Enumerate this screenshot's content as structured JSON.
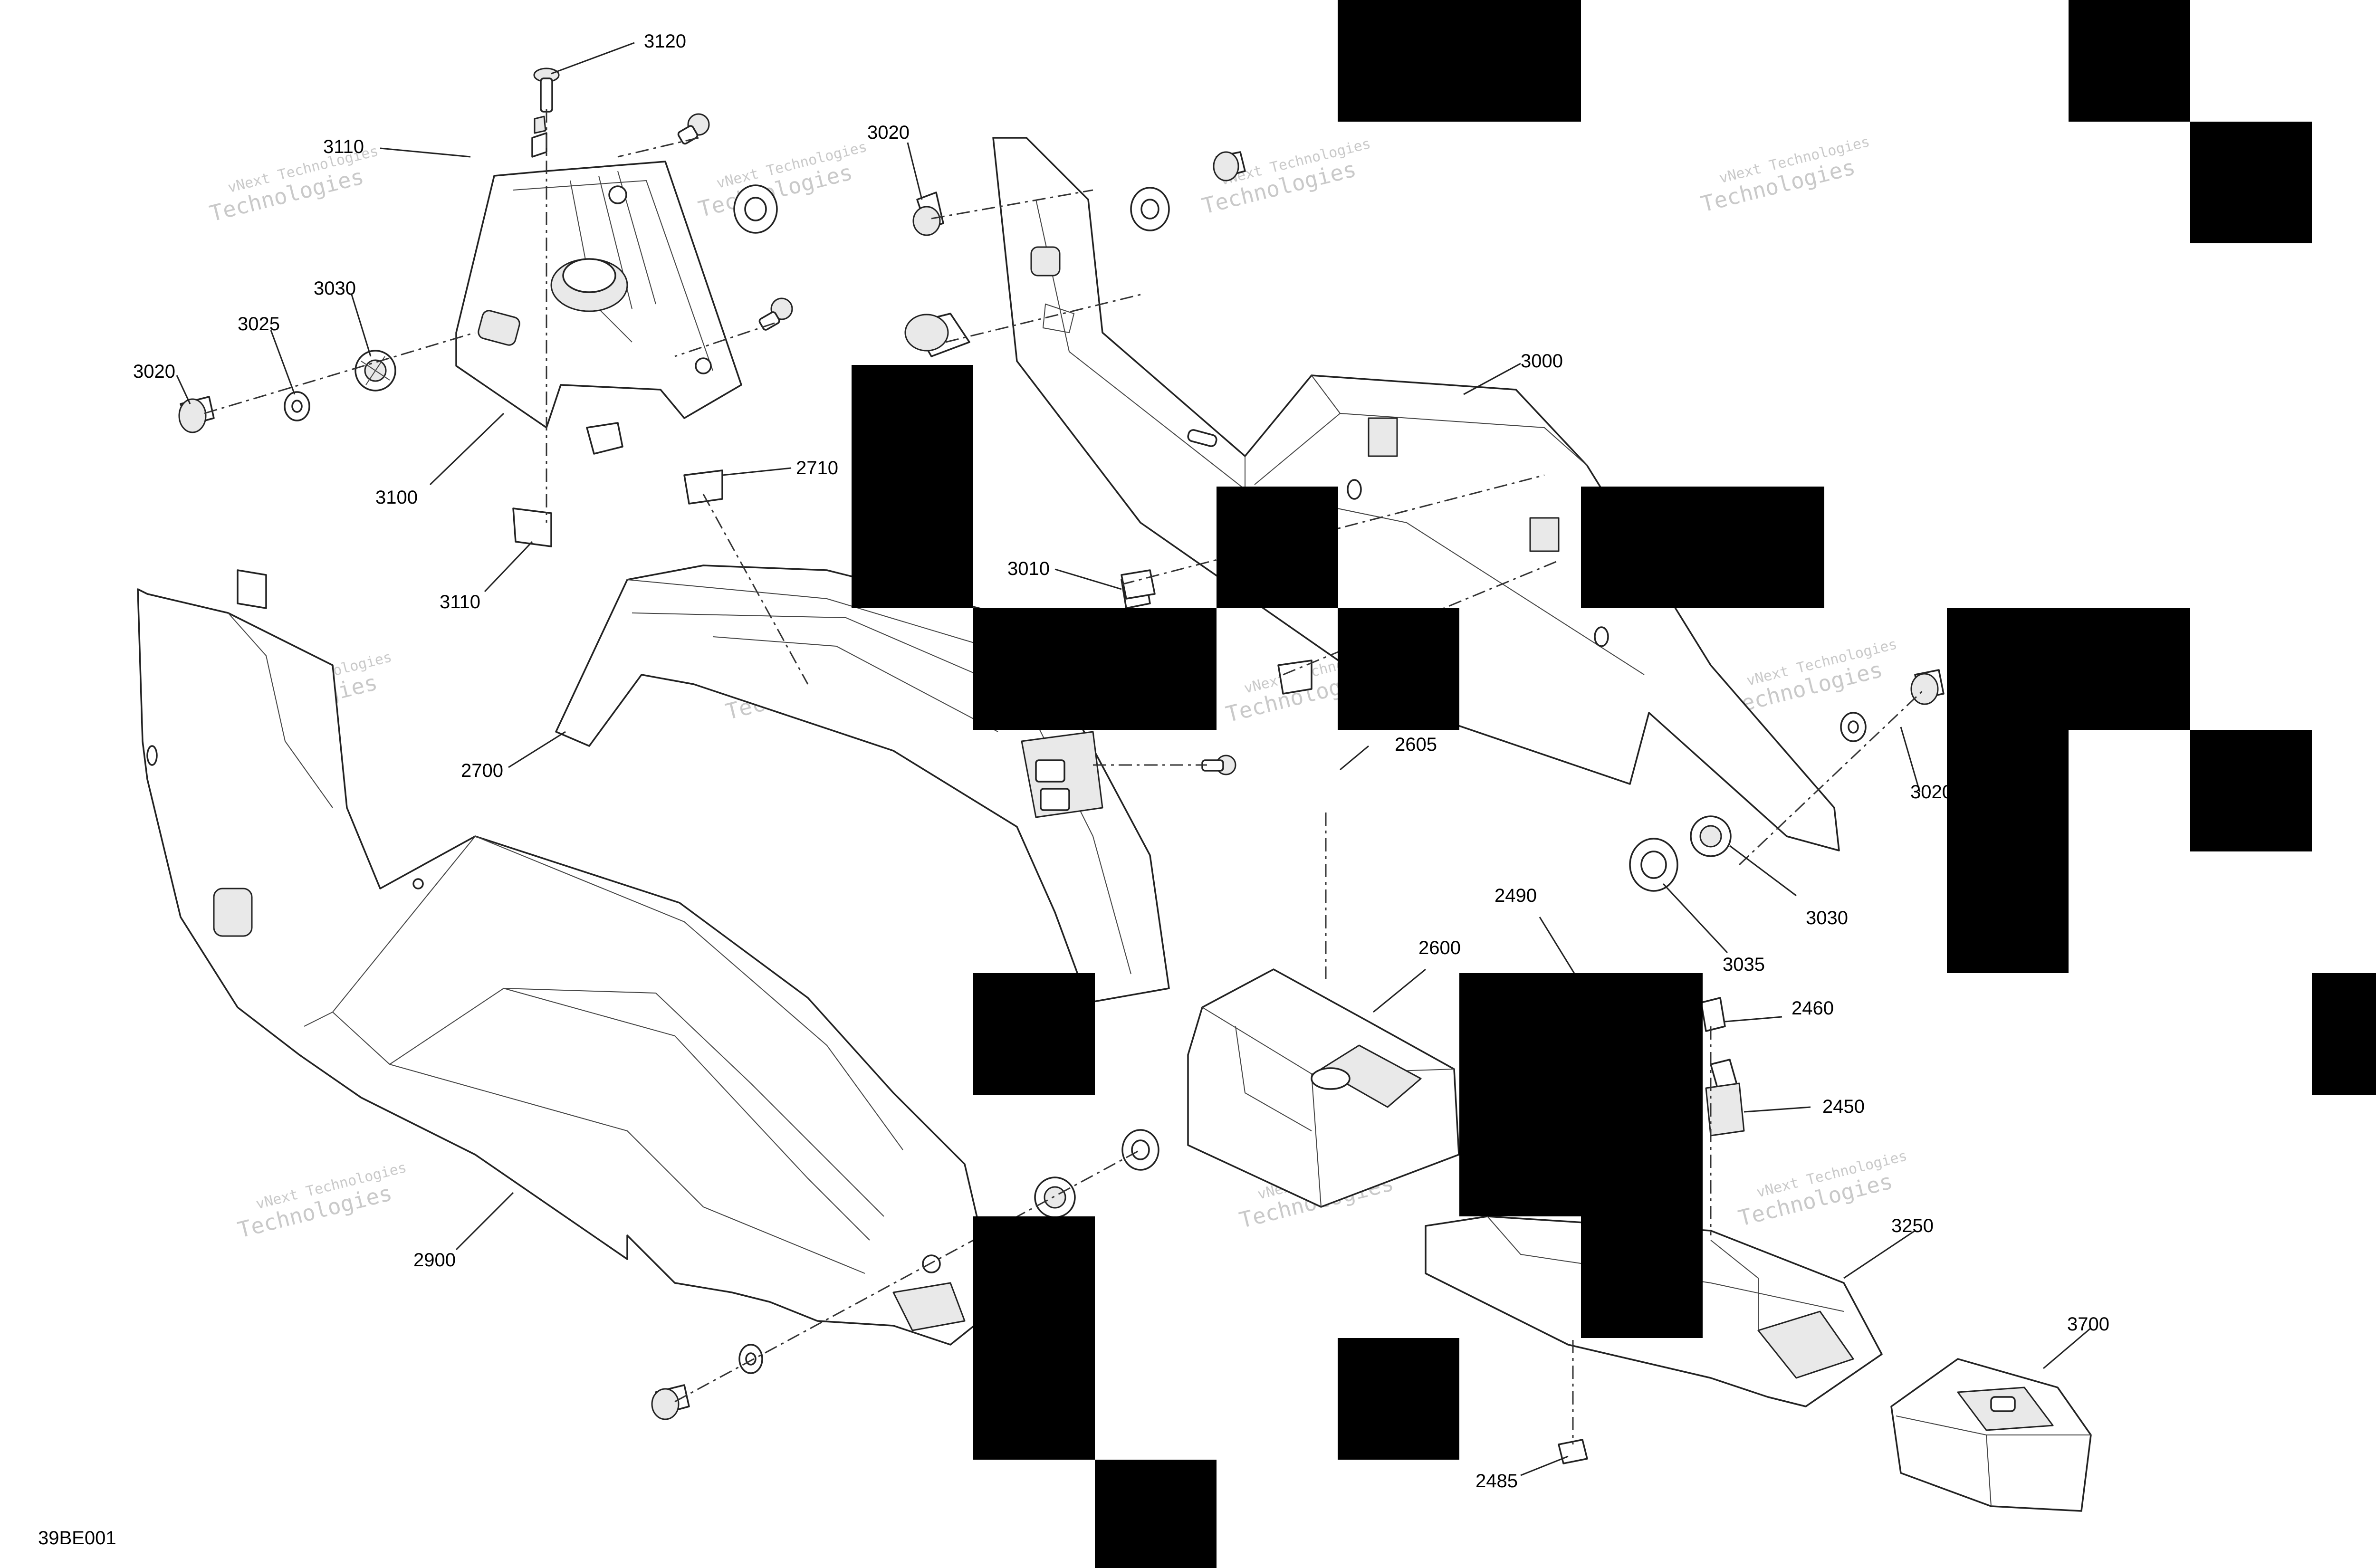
{
  "diagram": {
    "id_label": "39BE001",
    "watermark_line1": "vNext Technologies",
    "watermark_line2": "Technologies",
    "callouts": [
      {
        "name": "callout-3120",
        "text": "3120"
      },
      {
        "name": "callout-3110-top",
        "text": "3110"
      },
      {
        "name": "callout-3030-left",
        "text": "3030"
      },
      {
        "name": "callout-3025",
        "text": "3025"
      },
      {
        "name": "callout-3020-left",
        "text": "3020"
      },
      {
        "name": "callout-3100",
        "text": "3100"
      },
      {
        "name": "callout-3110-bottom",
        "text": "3110"
      },
      {
        "name": "callout-2710",
        "text": "2710"
      },
      {
        "name": "callout-3020-mid",
        "text": "3020"
      },
      {
        "name": "callout-3000",
        "text": "3000"
      },
      {
        "name": "callout-3010",
        "text": "3010"
      },
      {
        "name": "callout-2700",
        "text": "2700"
      },
      {
        "name": "callout-2605",
        "text": "2605"
      },
      {
        "name": "callout-3020-right",
        "text": "3020"
      },
      {
        "name": "callout-3030-right",
        "text": "3030"
      },
      {
        "name": "callout-3035",
        "text": "3035"
      },
      {
        "name": "callout-2490",
        "text": "2490"
      },
      {
        "name": "callout-2600",
        "text": "2600"
      },
      {
        "name": "callout-2460",
        "text": "2460"
      },
      {
        "name": "callout-2450",
        "text": "2450"
      },
      {
        "name": "callout-3250",
        "text": "3250"
      },
      {
        "name": "callout-2900",
        "text": "2900"
      },
      {
        "name": "callout-3700",
        "text": "3700"
      },
      {
        "name": "callout-2485",
        "text": "2485"
      }
    ]
  }
}
